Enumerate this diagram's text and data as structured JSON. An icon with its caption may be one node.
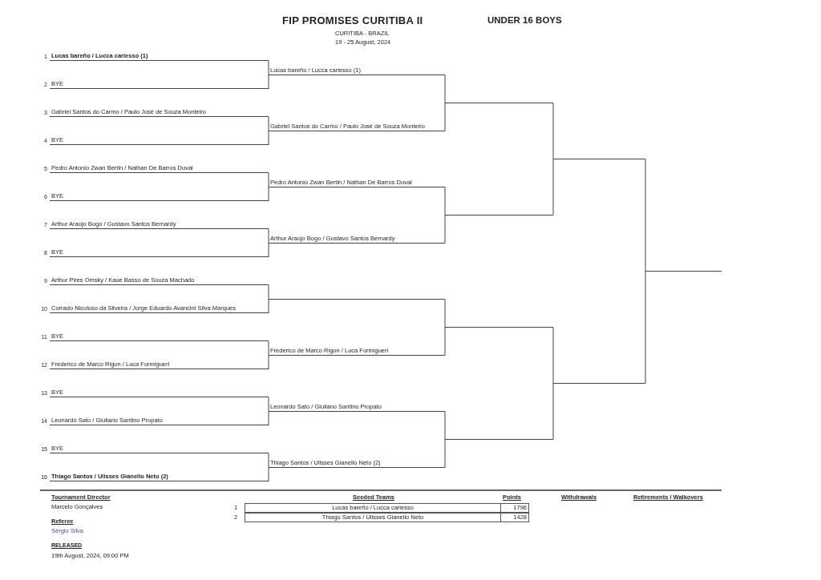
{
  "diagram": {
    "title": "FIP PROMISES CURITIBA II",
    "nodes": [
      {
        "text": [
          "Lucas bareño / Lucca carlesso (1)"
        ],
        "beside": [
          "1"
        ]
      },
      {
        "text": [
          "BYE"
        ],
        "beside": [
          "2"
        ]
      },
      {
        "text": [
          "Gabriel Santos do Carmo / Paulo José de Souza Monteiro"
        ],
        "beside": [
          "3"
        ]
      },
      {
        "text": [
          "BYE"
        ],
        "beside": [
          "4"
        ]
      },
      {
        "text": [
          "Pedro Antonio Zwan Bertin / Nathan De Barros Duval"
        ],
        "beside": [
          "5"
        ]
      },
      {
        "text": [
          "BYE"
        ],
        "beside": [
          "6"
        ]
      },
      {
        "text": [
          "Arthur Araújo Bogo / Gustavo Santos Bernardy"
        ],
        "beside": [
          "7"
        ]
      },
      {
        "text": [
          "BYE"
        ],
        "beside": [
          "8"
        ]
      },
      {
        "text": [
          "Arthur Pires Omsky / Kaue Basso de Souza Machado"
        ],
        "beside": [
          "9"
        ]
      },
      {
        "text": [
          "Corrado Nicoloso da Silveira / Jorge Eduardo Avancini Silva Marques"
        ],
        "beside": [
          "10"
        ]
      },
      {
        "text": [
          "BYE"
        ],
        "beside": [
          "11"
        ]
      },
      {
        "text": [
          "Frederico de Marco Rigon / Luca Formigueri"
        ],
        "beside": [
          "12"
        ]
      },
      {
        "text": [
          "BYE"
        ],
        "beside": [
          "13"
        ]
      },
      {
        "text": [
          "Leonardo Sato / Giuliano Santino Propato"
        ],
        "beside": [
          "14"
        ]
      },
      {
        "text": [
          "BYE"
        ],
        "beside": [
          "15"
        ]
      },
      {
        "text": [
          "Thiago Santos / Ulisses Gianello Neto (2)"
        ],
        "beside": [
          "16"
        ]
      },
      {
        "text": [
          "Lucas bareño / Lucca carlesso (1)"
        ]
      },
      {
        "text": [
          "Gabriel Santos do Carmo / Paulo José de Souza Monteiro"
        ]
      },
      {
        "text": [
          "Pedro Antonio Zwan Bertin / Nathan De Barros Duval"
        ]
      },
      {
        "text": [
          "Arthur Araújo Bogo / Gustavo Santos Bernardy"
        ]
      },
      {
        "text": [],
        "shape": "line"
      },
      {
        "text": [
          "Frederico de Marco Rigon / Luca Formigueri"
        ]
      },
      {
        "text": [
          "Leonardo Sato / Giuliano Santino Propato"
        ]
      },
      {
        "text": [
          "Thiago Santos / Ulisses Gianello Neto (2)"
        ]
      },
      {
        "text": [],
        "shape": "line"
      },
      {
        "text": [],
        "shape": "line"
      },
      {
        "text": [],
        "shape": "line"
      },
      {
        "text": [],
        "shape": "line"
      },
      {
        "text": [],
        "shape": "line"
      },
      {
        "text": [],
        "shape": "line"
      },
      {
        "text": [],
        "shape": "line"
      }
    ],
    "edges": [
      {
        "from": 0,
        "to": 16,
        "arrow": "none"
      },
      {
        "from": 1,
        "to": 16,
        "arrow": "none"
      },
      {
        "from": 2,
        "to": 17,
        "arrow": "none"
      },
      {
        "from": 3,
        "to": 17,
        "arrow": "none"
      },
      {
        "from": 4,
        "to": 18,
        "arrow": "none"
      },
      {
        "from": 5,
        "to": 18,
        "arrow": "none"
      },
      {
        "from": 6,
        "to": 19,
        "arrow": "none"
      },
      {
        "from": 7,
        "to": 19,
        "arrow": "none"
      },
      {
        "from": 8,
        "to": 20,
        "arrow": "none"
      },
      {
        "from": 9,
        "to": 20,
        "arrow": "none"
      },
      {
        "from": 10,
        "to": 21,
        "arrow": "none"
      },
      {
        "from": 11,
        "to": 21,
        "arrow": "none"
      },
      {
        "from": 12,
        "to": 22,
        "arrow": "none"
      },
      {
        "from": 13,
        "to": 22,
        "arrow": "none"
      },
      {
        "from": 14,
        "to": 23,
        "arrow": "none"
      },
      {
        "from": 15,
        "to": 23,
        "arrow": "none"
      },
      {
        "from": 16,
        "to": 24,
        "arrow": "none"
      },
      {
        "from": 17,
        "to": 24,
        "arrow": "none"
      },
      {
        "from": 18,
        "to": 25,
        "arrow": "none"
      },
      {
        "from": 19,
        "to": 25,
        "arrow": "none"
      },
      {
        "from": 20,
        "to": 26,
        "arrow": "none"
      },
      {
        "from": 21,
        "to": 26,
        "arrow": "none"
      },
      {
        "from": 22,
        "to": 27,
        "arrow": "none"
      },
      {
        "from": 23,
        "to": 27,
        "arrow": "none"
      },
      {
        "from": 24,
        "to": 28,
        "arrow": "none"
      },
      {
        "from": 25,
        "to": 28,
        "arrow": "none"
      },
      {
        "from": 26,
        "to": 29,
        "arrow": "none"
      },
      {
        "from": 27,
        "to": 29,
        "arrow": "none"
      },
      {
        "from": 28,
        "to": 30,
        "arrow": "none"
      },
      {
        "from": 29,
        "to": 30,
        "arrow": "none"
      }
    ],
    "labels": [
      "UNDER 16 BOYS",
      "CURITIBA - BRAZIL",
      "19 - 25 August, 2024",
      "Tournament Director",
      "Marcelo Gonçalves",
      "Referee",
      "Sérgio Silva",
      "RELEASED",
      "19th August, 2024, 09:00 PM",
      "Seeded Teams",
      "Points",
      "Withdrawals",
      "Retirements / Walkovers",
      "1",
      "Lucas bareño / Lucca carlesso",
      "1796",
      "2",
      "Thiago Santos / Ulisses Gianello Neto",
      "1428"
    ]
  }
}
